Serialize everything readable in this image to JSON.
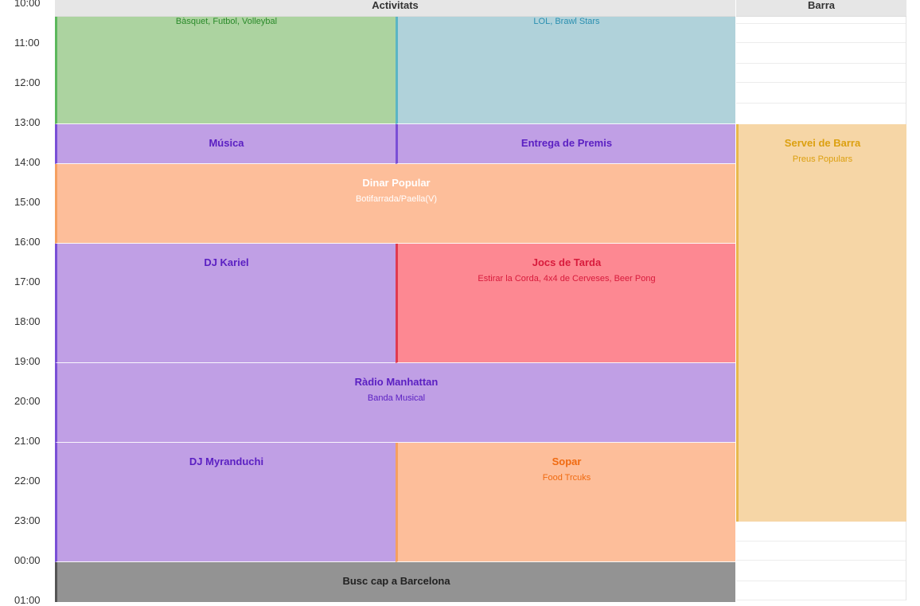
{
  "headers": {
    "activitats": "Activitats",
    "barra": "Barra"
  },
  "times": [
    "10:00",
    "11:00",
    "12:00",
    "13:00",
    "14:00",
    "15:00",
    "16:00",
    "17:00",
    "18:00",
    "19:00",
    "20:00",
    "21:00",
    "22:00",
    "23:00",
    "00:00",
    "01:00"
  ],
  "events": {
    "sports": {
      "title": "",
      "subtitle": "Bàsquet, Futbol, Volleybal",
      "color": "#acd3a0",
      "accent": "#5cb85c",
      "text": "#2a8a2a"
    },
    "esports": {
      "title": "",
      "subtitle": "LOL, Brawl Stars",
      "color": "#b0d2da",
      "accent": "#5bb5c5",
      "text": "#2a8fb0"
    },
    "musica": {
      "title": "Música",
      "color": "#c09fe5",
      "accent": "#7a4fd6",
      "text": "#5a1fc2"
    },
    "premis": {
      "title": "Entrega de Premis",
      "color": "#c09fe5",
      "accent": "#7a4fd6",
      "text": "#5a1fc2"
    },
    "dinar": {
      "title": "Dinar Popular",
      "subtitle": "Botifarrada/Paella(V)",
      "color": "#fdbe9a",
      "accent": "#f5a060",
      "text": "#ffffff"
    },
    "dj_kariel": {
      "title": "DJ Kariel",
      "color": "#c09fe5",
      "accent": "#7a4fd6",
      "text": "#5a1fc2"
    },
    "jocs": {
      "title": "Jocs de Tarda",
      "subtitle": "Estirar la Corda, 4x4 de Cerveses, Beer Pong",
      "color": "#fd8892",
      "accent": "#e03a50",
      "text": "#d81b3c"
    },
    "radio": {
      "title": "Ràdio Manhattan",
      "subtitle": "Banda Musical",
      "color": "#c09fe5",
      "accent": "#7a4fd6",
      "text": "#5a1fc2"
    },
    "dj_myranduchi": {
      "title": "DJ Myranduchi",
      "color": "#c09fe5",
      "accent": "#7a4fd6",
      "text": "#5a1fc2"
    },
    "sopar": {
      "title": "Sopar",
      "subtitle": "Food Trcuks",
      "color": "#fdbe9a",
      "accent": "#f5a060",
      "text": "#f06a10"
    },
    "bus": {
      "title": "Busc cap a Barcelona",
      "color": "#939393",
      "accent": "#555555",
      "text": "#222222"
    },
    "barra": {
      "title": "Servei de Barra",
      "subtitle": "Preus Populars",
      "color": "#f6d6a6",
      "accent": "#e8b84c",
      "text": "#dca010"
    }
  }
}
